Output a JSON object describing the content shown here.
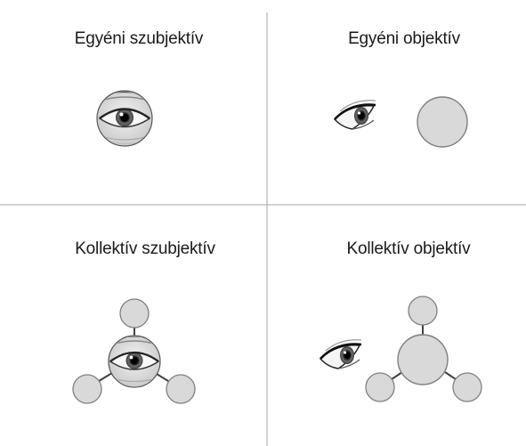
{
  "quadrants": {
    "top_left": {
      "title": "Egyéni szubjektív"
    },
    "top_right": {
      "title": "Egyéni objektív"
    },
    "bottom_left": {
      "title": "Kollektív szubjektív"
    },
    "bottom_right": {
      "title": "Kollektív objektív"
    }
  },
  "colors": {
    "circle_fill": "#d9d9d9",
    "circle_stroke": "#7f7f7f",
    "divider": "#a6a6a6",
    "connector": "#404040"
  },
  "icons": {
    "eye_in_circle": "eye-in-circle-icon",
    "eye_side": "eye-side-icon"
  }
}
